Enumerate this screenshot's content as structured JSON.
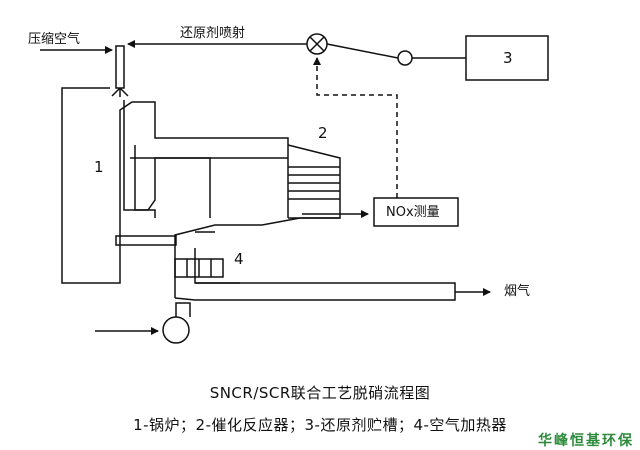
{
  "labels": {
    "compressed_air": "压缩空气",
    "reductant_spray": "还原剂喷射",
    "flue_gas": "烟气",
    "nox_measure": "NOx测量",
    "n1": "1",
    "n2": "2",
    "n3": "3",
    "n4": "4"
  },
  "title": "SNCR/SCR联合工艺脱硝流程图",
  "legend": "1-锅炉；2-催化反应器；3-还原剂贮槽；4-空气加热器",
  "watermark": "华峰恒基环保"
}
